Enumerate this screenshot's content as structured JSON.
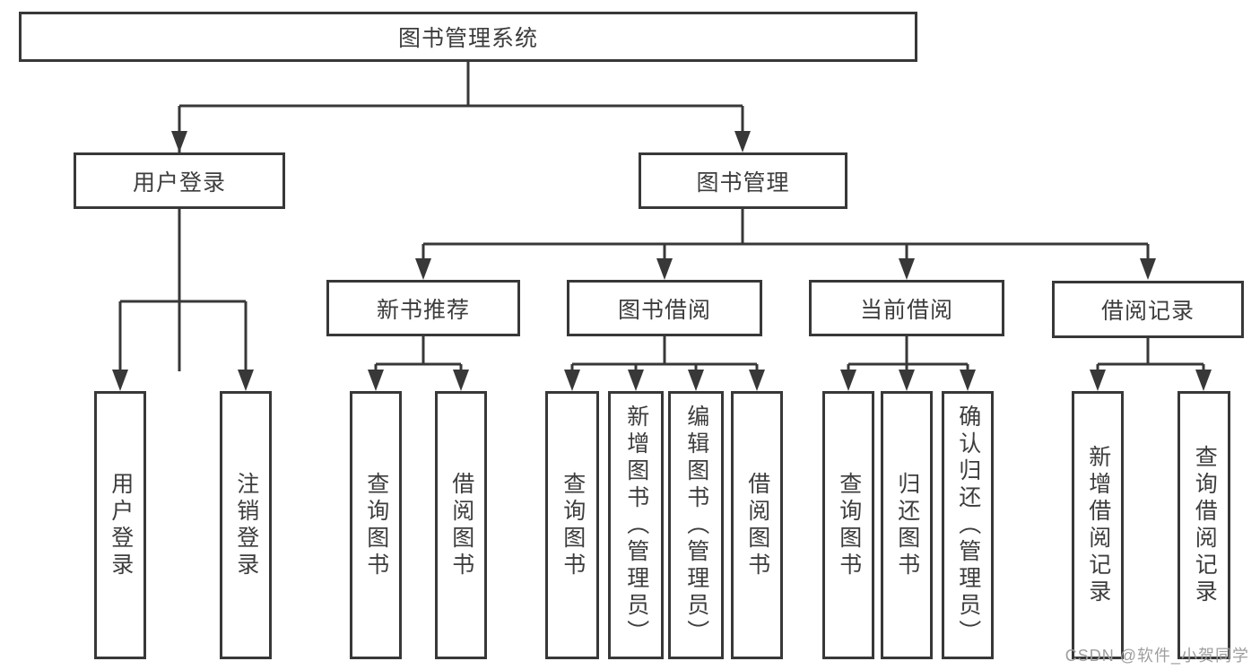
{
  "diagram": {
    "tree": {
      "root": {
        "label": "图书管理系统"
      },
      "branches": [
        {
          "label": "用户登录",
          "children": [
            {
              "label": "用户登录"
            },
            {
              "label": "注销登录"
            }
          ]
        },
        {
          "label": "图书管理",
          "children": [
            {
              "label": "新书推荐",
              "children": [
                {
                  "label": "查询图书"
                },
                {
                  "label": "借阅图书"
                }
              ]
            },
            {
              "label": "图书借阅",
              "children": [
                {
                  "label": "查询图书"
                },
                {
                  "label": "新增图书（管理员）"
                },
                {
                  "label": "编辑图书（管理员）"
                },
                {
                  "label": "借阅图书"
                }
              ]
            },
            {
              "label": "当前借阅",
              "children": [
                {
                  "label": "查询图书"
                },
                {
                  "label": "归还图书"
                },
                {
                  "label": "确认归还（管理员）"
                }
              ]
            },
            {
              "label": "借阅记录",
              "children": [
                {
                  "label": "新增借阅记录"
                },
                {
                  "label": "查询借阅记录"
                }
              ]
            }
          ]
        }
      ]
    },
    "colors": {
      "line": "#383838",
      "box_border": "#383838",
      "box_fill": "#ffffff",
      "text": "#3d3d3d",
      "background": "#ffffff"
    }
  },
  "watermark": {
    "text": "CSDN @软件_小贺同学",
    "color": "#9e9e9e"
  }
}
